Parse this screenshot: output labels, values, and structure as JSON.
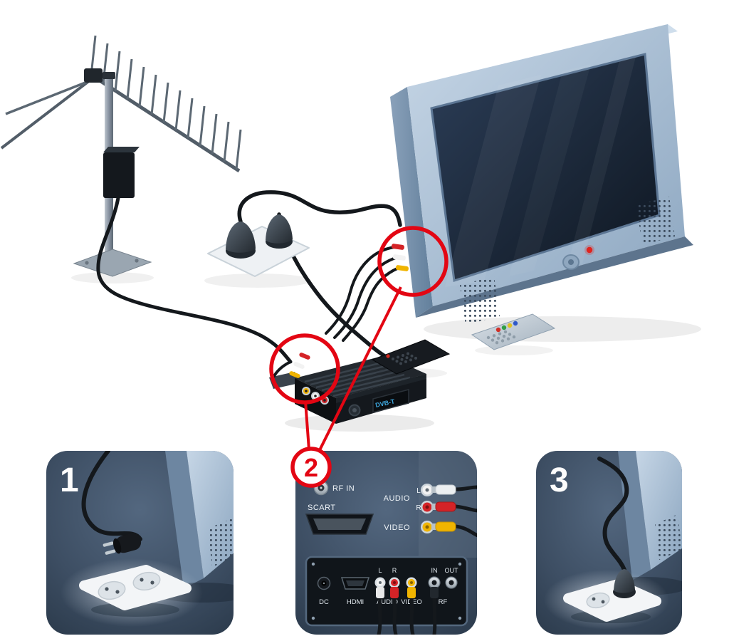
{
  "badge": {
    "number": "2"
  },
  "panel1": {
    "number": "1"
  },
  "panel3": {
    "number": "3"
  },
  "panel2": {
    "rf_in_label": "RF IN",
    "scart_label": "SCART",
    "audio_label": "AUDIO",
    "left_label": "L",
    "right_label": "R",
    "video_label": "VIDEO",
    "rear": {
      "dc_label": "DC",
      "hdmi_label": "HDMI",
      "audio_label": "AUDIO",
      "left_label": "L",
      "right_label": "R",
      "video_label": "VIDEO",
      "in_label": "IN",
      "out_label": "OUT",
      "rf_label": "RF"
    }
  },
  "stb": {
    "brand": "DVB-T"
  },
  "colors": {
    "accent_red": "#e30613",
    "tv_body": "#a9bfd6",
    "panel_background": "#3c4d62",
    "cable_black": "#14181c",
    "rca_white": "#f2f2f2",
    "rca_red": "#d42327",
    "rca_yellow": "#f0b400"
  }
}
